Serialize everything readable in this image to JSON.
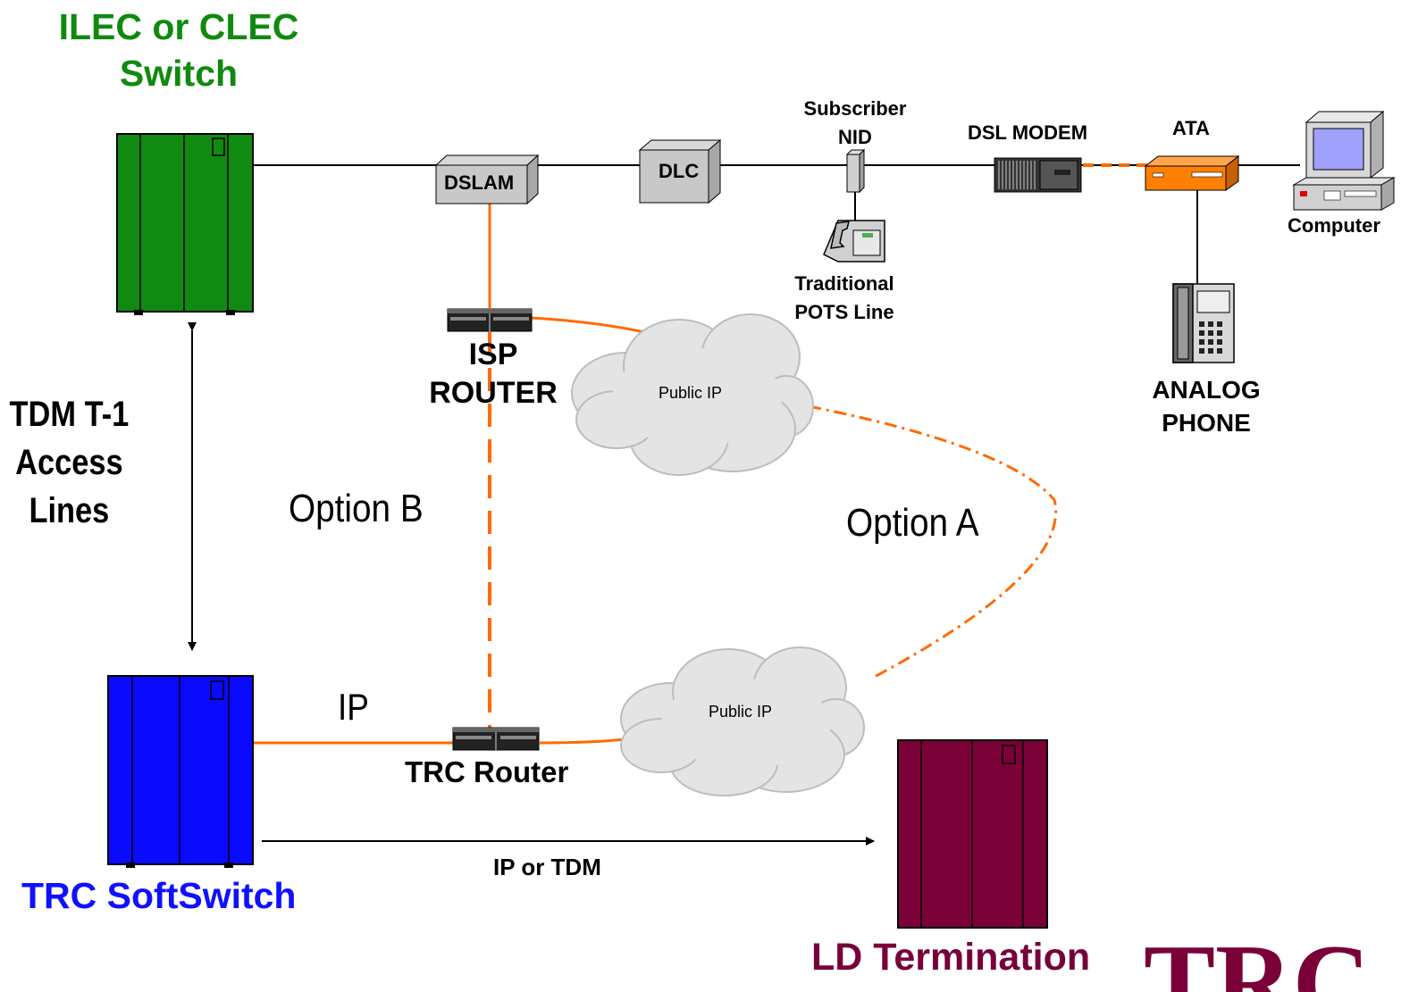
{
  "switches": {
    "ilec_title_line1": "ILEC or CLEC",
    "ilec_title_line2": "Switch",
    "softswitch_title": "TRC SoftSwitch",
    "ld_title": "LD Termination"
  },
  "devices": {
    "dslam": "DSLAM",
    "dlc": "DLC",
    "nid_line1": "Subscriber",
    "nid_line2": "NID",
    "dsl_modem": "DSL MODEM",
    "ata": "ATA",
    "computer": "Computer",
    "pots_line1": "Traditional",
    "pots_line2": "POTS Line",
    "analog_line1": "ANALOG",
    "analog_line2": "PHONE",
    "isp_router_line1": "ISP",
    "isp_router_line2": "ROUTER",
    "trc_router": "TRC Router"
  },
  "clouds": {
    "upper": "Public IP",
    "lower": "Public IP"
  },
  "links": {
    "tdm_line1": "TDM T-1",
    "tdm_line2": "Access",
    "tdm_line3": "Lines",
    "option_b": "Option B",
    "option_a": "Option A",
    "ip": "IP",
    "ip_or_tdm": "IP or TDM"
  },
  "logo": {
    "text": "TRC"
  },
  "colors": {
    "ilec": "#108a10",
    "softswitch": "#0a0aff",
    "ld": "#7a0038",
    "link_orange": "#ff6a00",
    "ata_orange": "#ff8000"
  }
}
